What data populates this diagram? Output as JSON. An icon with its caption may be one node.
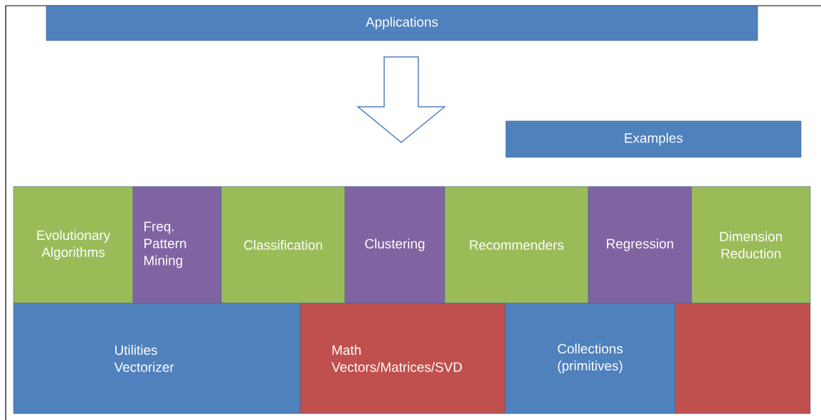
{
  "diagram": {
    "nodes": [
      {
        "text": [
          "Applications"
        ]
      },
      {
        "text": [
          "Examples"
        ]
      },
      {
        "text": [
          "Evolutionary Algorithms"
        ]
      },
      {
        "text": [
          "Freq. Pattern Mining"
        ]
      },
      {
        "text": [
          "Classification"
        ]
      },
      {
        "text": [
          "Clustering"
        ]
      },
      {
        "text": [
          "Recommenders"
        ]
      },
      {
        "text": [
          "Regression"
        ]
      },
      {
        "text": [
          "Dimension Reduction"
        ]
      },
      {
        "text": [
          "Utilities Vectorizer"
        ]
      },
      {
        "text": [
          "Math Vectors/Matrices/SVD"
        ]
      },
      {
        "text": [
          "Collections (primitives)"
        ]
      },
      {
        "text": [],
        "shape": "box"
      }
    ]
  }
}
